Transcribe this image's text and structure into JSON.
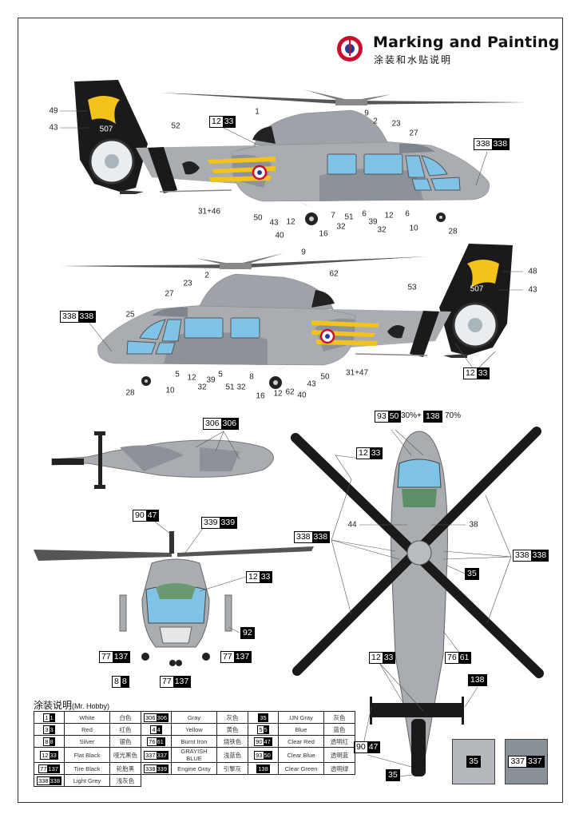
{
  "header": {
    "title": "Marking and Painting",
    "subtitle": "涂装和水贴说明"
  },
  "colors": {
    "fuselage_gray": "#a9adb2",
    "camo_dark_gray": "#8d9298",
    "black": "#1a1a1a",
    "glass_blue": "#7fc3e6",
    "marking_yellow": "#f3c21b",
    "roundel_red": "#c8102e",
    "roundel_blue": "#1d3f91"
  },
  "side_view_left": {
    "tail_number": "507",
    "badges": [
      {
        "a": "12",
        "b": "33"
      },
      {
        "a": "338",
        "b": "338"
      }
    ],
    "callouts": [
      "49",
      "43",
      "1",
      "52",
      "9",
      "2",
      "23",
      "27",
      "31+46",
      "50",
      "43",
      "12",
      "40",
      "7",
      "32",
      "51",
      "6",
      "39",
      "12",
      "32",
      "6",
      "10",
      "28",
      "16"
    ]
  },
  "side_view_right": {
    "tail_number": "507",
    "badges": [
      {
        "a": "338",
        "b": "338"
      },
      {
        "a": "12",
        "b": "33"
      }
    ],
    "callouts": [
      "9",
      "2",
      "62",
      "23",
      "27",
      "53",
      "48",
      "43",
      "25",
      "28",
      "10",
      "5",
      "12",
      "32",
      "39",
      "5",
      "51",
      "32",
      "8",
      "16",
      "12",
      "62",
      "40",
      "43",
      "50",
      "31+47"
    ]
  },
  "plan_view": {
    "badges": [
      {
        "a": "306",
        "b": "306"
      }
    ]
  },
  "front_view": {
    "badges": [
      {
        "a": "90",
        "b": "47"
      },
      {
        "a": "339",
        "b": "339"
      },
      {
        "a": "12",
        "b": "33"
      },
      {
        "a": "",
        "b": "92"
      },
      {
        "a": "77",
        "b": "137"
      },
      {
        "a": "77",
        "b": "137"
      },
      {
        "a": "8",
        "b": "8"
      },
      {
        "a": "77",
        "b": "137"
      }
    ]
  },
  "top_view": {
    "mix": {
      "a": {
        "a": "93",
        "b": "50"
      },
      "a_pct": "30%+",
      "b": {
        "a": "",
        "b": "138"
      },
      "b_pct": "70%"
    },
    "badges": [
      {
        "a": "12",
        "b": "33"
      },
      {
        "a": "338",
        "b": "338"
      },
      {
        "a": "338",
        "b": "338"
      },
      {
        "a": "",
        "b": "35"
      },
      {
        "a": "12",
        "b": "33"
      },
      {
        "a": "76",
        "b": "61"
      },
      {
        "a": "",
        "b": "138"
      },
      {
        "a": "90",
        "b": "47"
      },
      {
        "a": "",
        "b": "35"
      }
    ],
    "callouts": [
      "44",
      "38"
    ]
  },
  "swatches": [
    {
      "a": "",
      "b": "35",
      "color": "#b4b7bc"
    },
    {
      "a": "337",
      "b": "337",
      "color": "#8a9098"
    }
  ],
  "paint_table": {
    "title": "涂装说明",
    "brand": "(Mr. Hobby)",
    "rows": [
      [
        {
          "a": "1",
          "b": "1",
          "en": "White",
          "cn": "白色"
        },
        {
          "a": "306",
          "b": "306",
          "en": "Gray",
          "cn": "灰色"
        },
        {
          "a": "",
          "b": "35",
          "en": "IJN Gray",
          "cn": "灰色"
        }
      ],
      [
        {
          "a": "3",
          "b": "3",
          "en": "Red",
          "cn": "红色"
        },
        {
          "a": "4",
          "b": "4",
          "en": "Yellow",
          "cn": "黄色"
        },
        {
          "a": "5",
          "b": "5",
          "en": "Blue",
          "cn": "蓝色"
        }
      ],
      [
        {
          "a": "8",
          "b": "8",
          "en": "Silver",
          "cn": "银色"
        },
        {
          "a": "76",
          "b": "61",
          "en": "Burnt Iron",
          "cn": "烧铁色"
        },
        {
          "a": "90",
          "b": "47",
          "en": "Clear Red",
          "cn": "透明红"
        }
      ],
      [
        {
          "a": "12",
          "b": "33",
          "en": "Flat Black",
          "cn": "哑光黑色"
        },
        {
          "a": "337",
          "b": "337",
          "en": "GRAYISH BLUE",
          "cn": "浅蓝色"
        },
        {
          "a": "93",
          "b": "50",
          "en": "Clear Blue",
          "cn": "透明蓝"
        }
      ],
      [
        {
          "a": "77",
          "b": "137",
          "en": "Tire Black",
          "cn": "轮胎黑"
        },
        {
          "a": "338",
          "b": "339",
          "en": "Engine Gray",
          "cn": "引擎灰"
        },
        {
          "a": "",
          "b": "138",
          "en": "Clear Green",
          "cn": "透明绿"
        }
      ],
      [
        {
          "a": "338",
          "b": "338",
          "en": "Light Grey",
          "cn": "浅灰色"
        }
      ]
    ]
  }
}
